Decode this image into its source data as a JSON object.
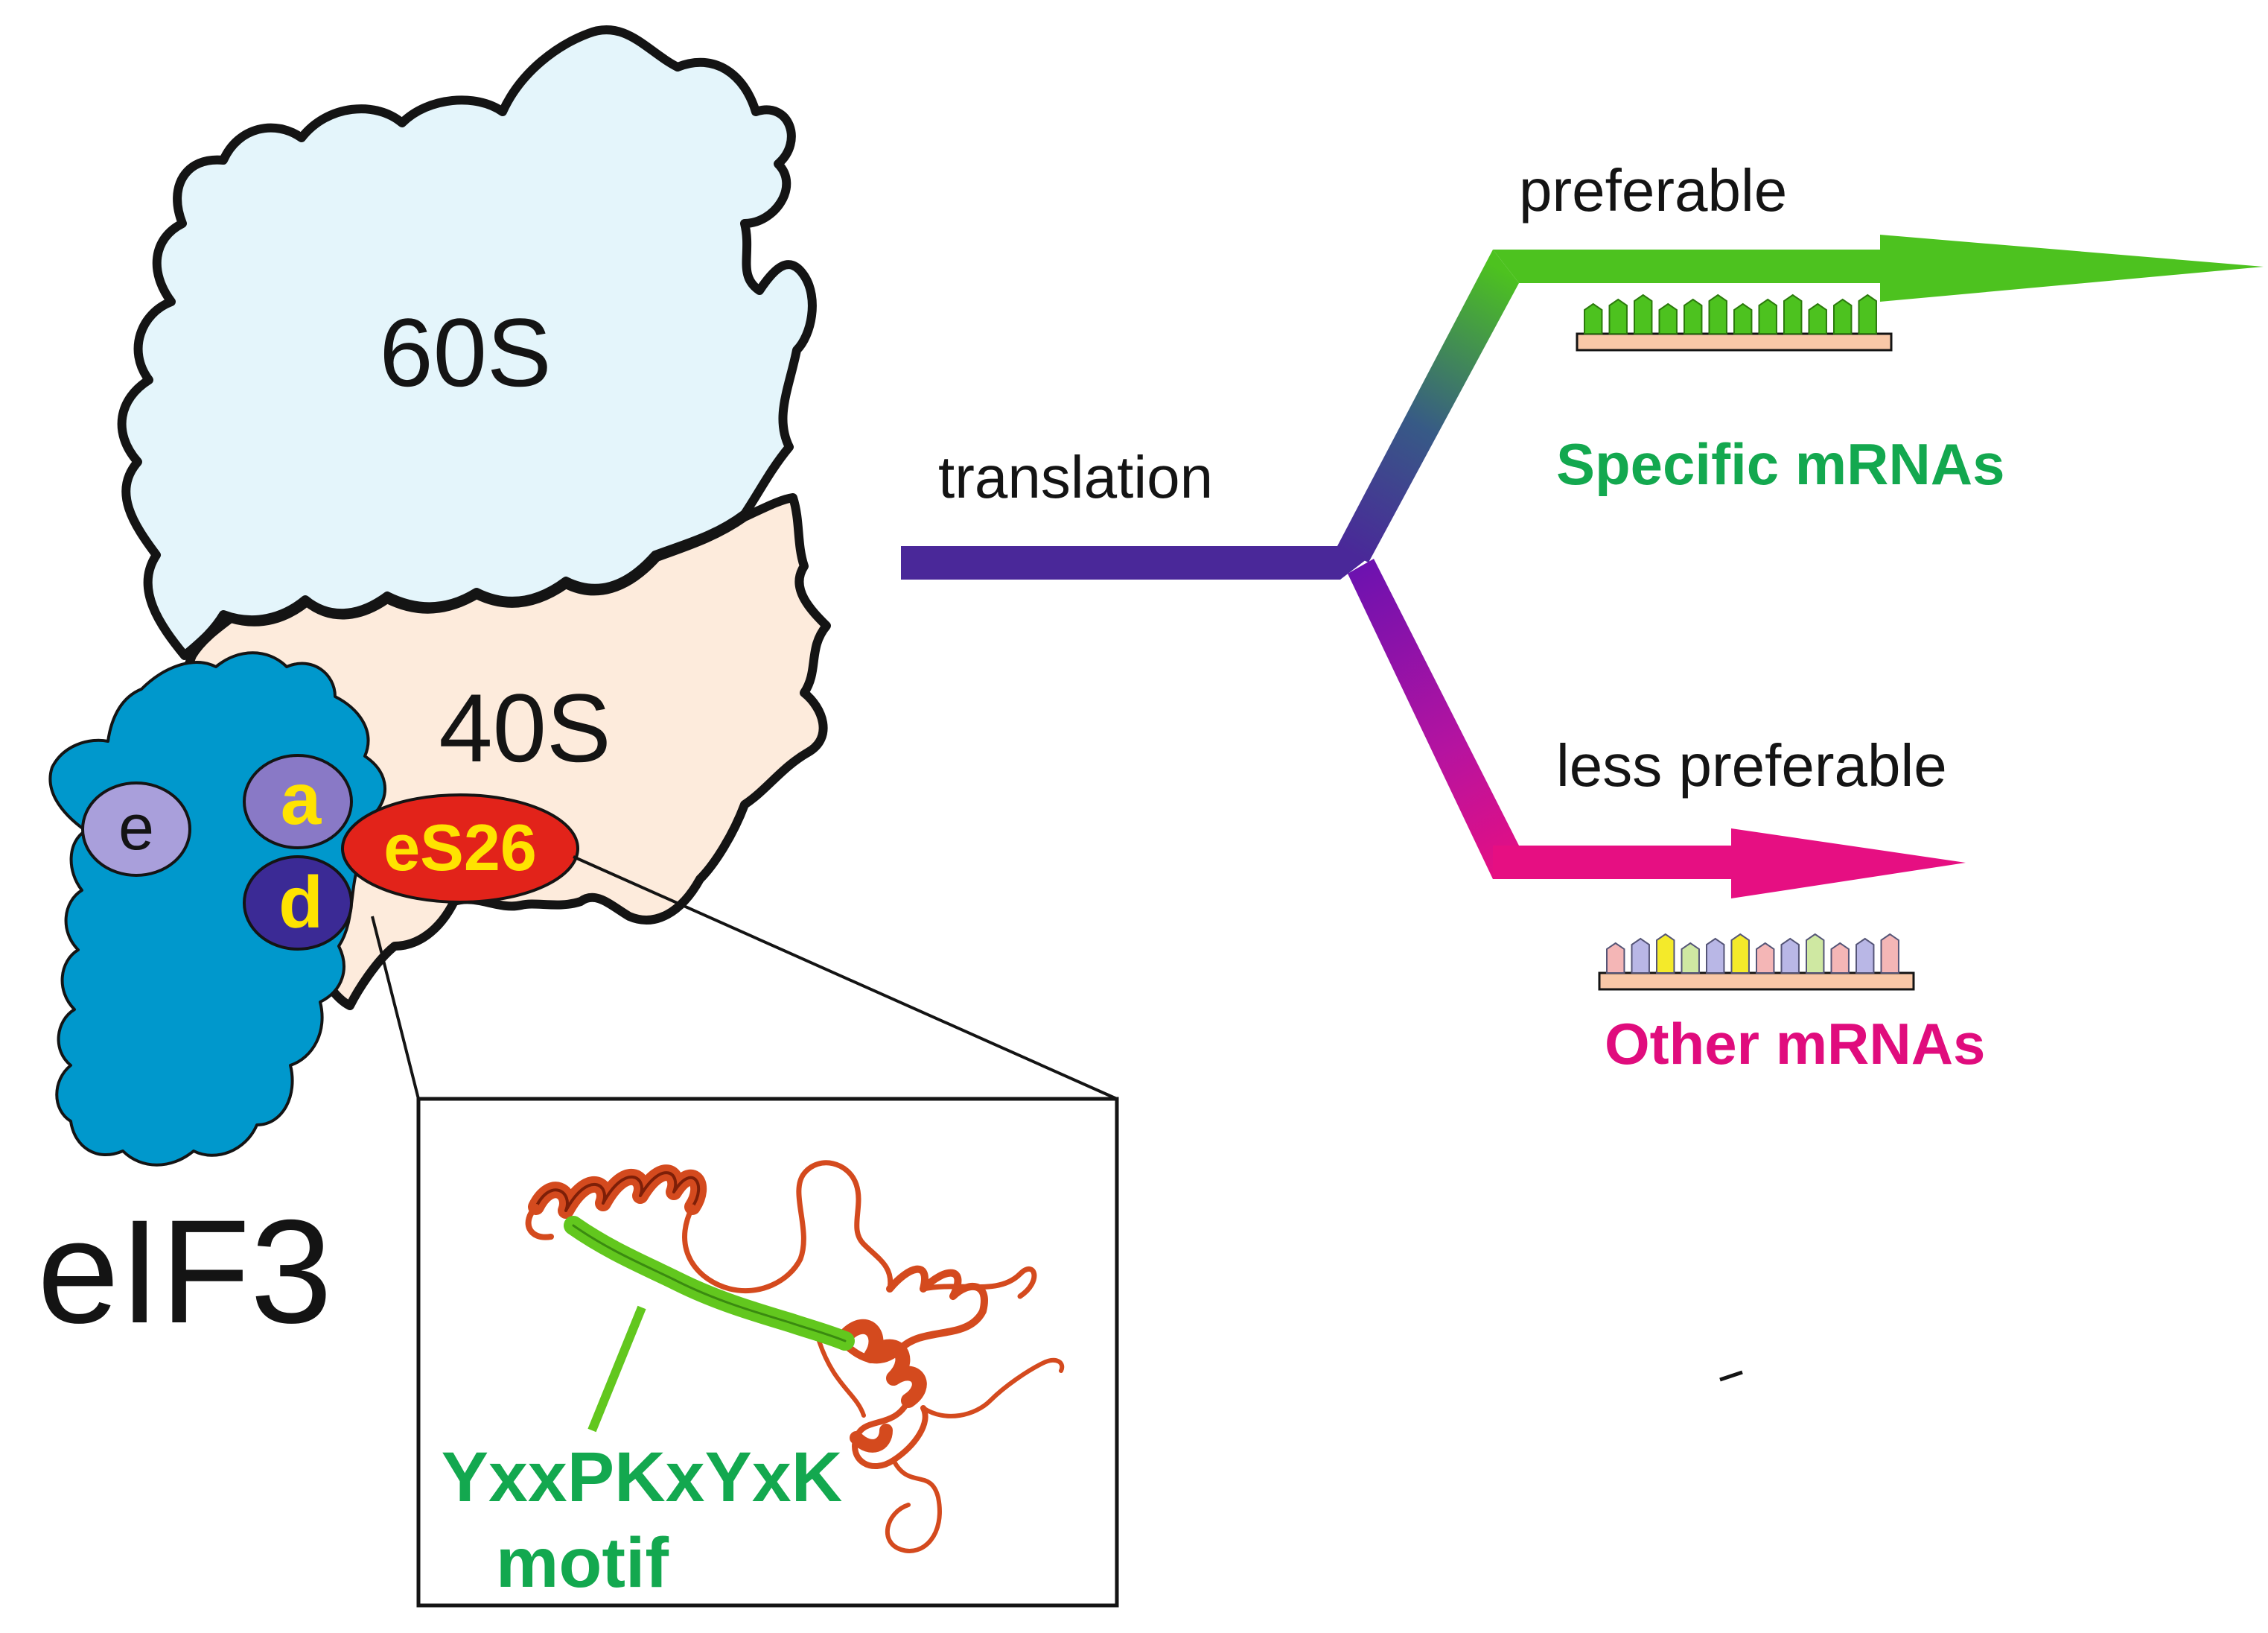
{
  "subunits": {
    "large": "60S",
    "small": "40S"
  },
  "factor": {
    "name": "eIF3",
    "subunit_e": "e",
    "subunit_a": "a",
    "subunit_d": "d"
  },
  "protein": {
    "name": "eS26"
  },
  "motif": {
    "sequence": "YxxPKxYxK",
    "word": "motif"
  },
  "pathway": {
    "process": "translation",
    "upper_label": "preferable",
    "upper_mrna": "Specific mRNAs",
    "lower_label": "less preferable",
    "lower_mrna": "Other mRNAs"
  },
  "colors": {
    "large_subunit_fill": "#e4f5fb",
    "small_subunit_fill": "#fdebdc",
    "eif3_fill": "#0098cc",
    "subunit_e_fill": "#a99fdb",
    "subunit_a_fill": "#8979c6",
    "subunit_d_fill": "#3b2a95",
    "es26_fill": "#e2231a",
    "yellow_text": "#ffe300",
    "green_text": "#13a84f",
    "magenta_text": "#e00c7d",
    "trunk": "#4a2899",
    "upper_arrow": "#4dc21f",
    "lower_arrow": "#e60f82",
    "motif_green": "#62c71e",
    "ribbon": "#d44a1e",
    "mrna_base": "#f9c8a7"
  }
}
